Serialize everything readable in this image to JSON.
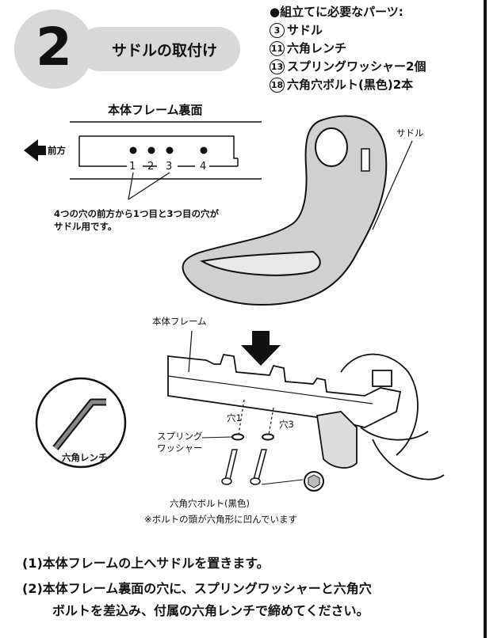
{
  "step": {
    "number": "2",
    "title": "サドルの取付け"
  },
  "parts": {
    "heading": "●組立てに必要なパーツ:",
    "items": [
      {
        "num": "3",
        "label": "サドル"
      },
      {
        "num": "11",
        "label": "六角レンチ"
      },
      {
        "num": "13",
        "label": "スプリングワッシャー2個"
      },
      {
        "num": "18",
        "label": "六角穴ボルト(黒色)2本"
      }
    ]
  },
  "frame_underside": {
    "title": "本体フレーム裏面",
    "front_label": "前方",
    "holes": [
      "1",
      "2",
      "3",
      "4"
    ],
    "note_line1": "4つの穴の前方から1つ目と3つ目の穴が",
    "note_line2": "サドル用です。"
  },
  "diagram": {
    "saddle_label": "サドル",
    "frame_label": "本体フレーム",
    "hole1_label": "穴1",
    "hole3_label": "穴3",
    "washer_label_line1": "スプリング",
    "washer_label_line2": "ワッシャー",
    "wrench_label": "六角レンチ",
    "bolt_label": "六角穴ボルト(黒色)",
    "bolt_note": "※ボルトの頭が六角形に凹んでいます"
  },
  "instructions": [
    {
      "index": "(1)",
      "text": "本体フレームの上へサドルを置きます。",
      "cont": ""
    },
    {
      "index": "(2)",
      "text": "本体フレーム裏面の穴に、スプリングワッシャーと六角穴",
      "cont": "ボルトを差込み、付属の六角レンチで締めてください。"
    }
  ]
}
